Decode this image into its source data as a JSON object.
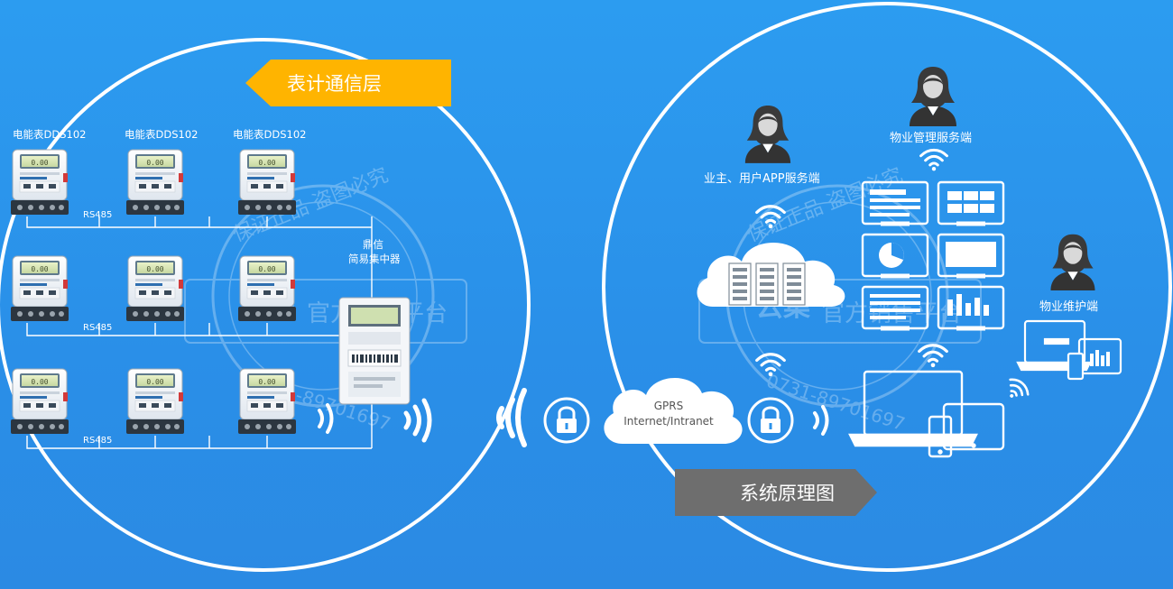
{
  "left": {
    "banner_label": "表计通信层",
    "meters": [
      {
        "label": "电能表DDS102"
      },
      {
        "label": "电能表DDS102"
      },
      {
        "label": "电能表DDS102"
      }
    ],
    "bus_labels": [
      "RS485",
      "RS485",
      "RS485"
    ],
    "concentrator_title": "鼎信",
    "concentrator_subtitle": "简易集中器"
  },
  "middle": {
    "cloud_line1": "GPRS",
    "cloud_line2": "Internet/Intranet"
  },
  "right": {
    "owner_label": "业主、用户APP服务端",
    "property_mgmt_label": "物业管理服务端",
    "maintenance_label": "物业维护端",
    "banner_label": "系统原理图"
  },
  "watermark": {
    "seal_text": "保证正品 盗图必究",
    "platform_text": "官方销售平台",
    "phone_text": "0731-89701697"
  },
  "colors": {
    "background": "#2b92ea",
    "accent_yellow": "#ffb400",
    "banner_gray": "#6e6e6e",
    "line_white": "#ffffff"
  }
}
